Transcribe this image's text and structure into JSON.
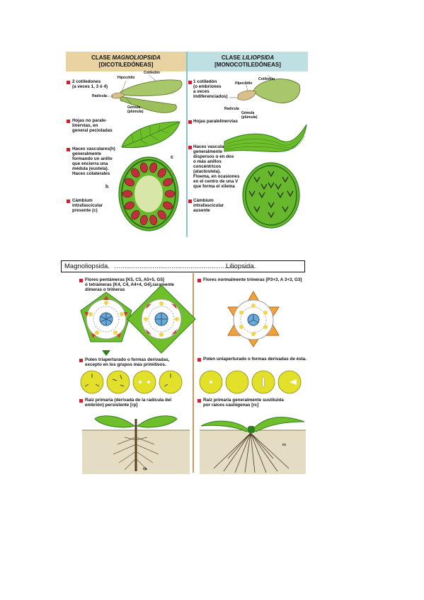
{
  "left_header": {
    "title_prefix": "CLASE ",
    "title_name": "MAGNOLIOPSIDA",
    "subtitle": "[DICOTILEDÓNEAS]"
  },
  "right_header": {
    "title_prefix": "CLASE ",
    "title_name": "LILIOPSIDA",
    "subtitle": "[MONOCOTILEDÓNEAS]"
  },
  "left": {
    "cotyledons": "2 cotiledones\n(a veces 1, 3 ó 4)",
    "leaves": "Hojas no parale-\nlinervias, en\ngeneral pecioladas",
    "vascular": "Haces vasculares(h)\ngeneralmente\nformando un anillo\nque encierra una\nmédula (eustela).\nHaces colaterales",
    "cambium": "Cámbium\nintrafascicular\npresente (c)",
    "flowers": "Flores pentámeras [K5, C5, A5+5, G5]\nó tetrámeras [K4, C4, A4+4, G4],raramente\ndímeras o trímeras",
    "pollen": "Polen triaperturado o formas derivadas,\nexcepto en los grupos más primitivos.",
    "root": "Raíz primaria (derivada de la radícula del\nembrión) persistente [rp]"
  },
  "right": {
    "cotyledons": "1 cotiledón\n(o embriones\na veces\nindiferenciados)",
    "leaves": "Hojas paralelinervias",
    "vascular": "Haces vasculares\ngeneralmente\ndispersos o en dos\no más anillos\nconcéntricos\n(atactostela).\nFloema, en ocasiones\nen el centro de una V\nque forma el xilema",
    "cambium": "Cámbium\nintrafascicular\nausente",
    "flowers": "Flores normalmente trímeras [P3+3, A 3+3, G3]",
    "pollen": "Polen uniaperturado o formas derivadas de ésta.",
    "root": "Raíz primaria generalmente sustituida\npor raíces caulógenas [rc]"
  },
  "labels": {
    "cotiledon_l": "Cotiledón",
    "hipocotilo_l": "Hipocótilo",
    "radicula_l": "Radícula",
    "gemula_l": "Gémula\n(plúmula)",
    "cotiledon_r": "Cotiledón",
    "hipocotilo_r": "Hipocótilo",
    "radicula_r": "Radícula",
    "gemula_r": "Gémula\n(plúmula)",
    "c": "c",
    "h": "h",
    "rp": "rp",
    "rc": "rc"
  },
  "bar": {
    "left": "Magnoliopsida. ",
    "dots": "…………………………………………………………",
    "right": "Liliopsida."
  },
  "colors": {
    "bullet": "#d01f2a",
    "left_header": "#e9d3a2",
    "right_header": "#bfe0e2",
    "green": "#6fbf2a",
    "dark_green": "#2f7d1e"
  }
}
